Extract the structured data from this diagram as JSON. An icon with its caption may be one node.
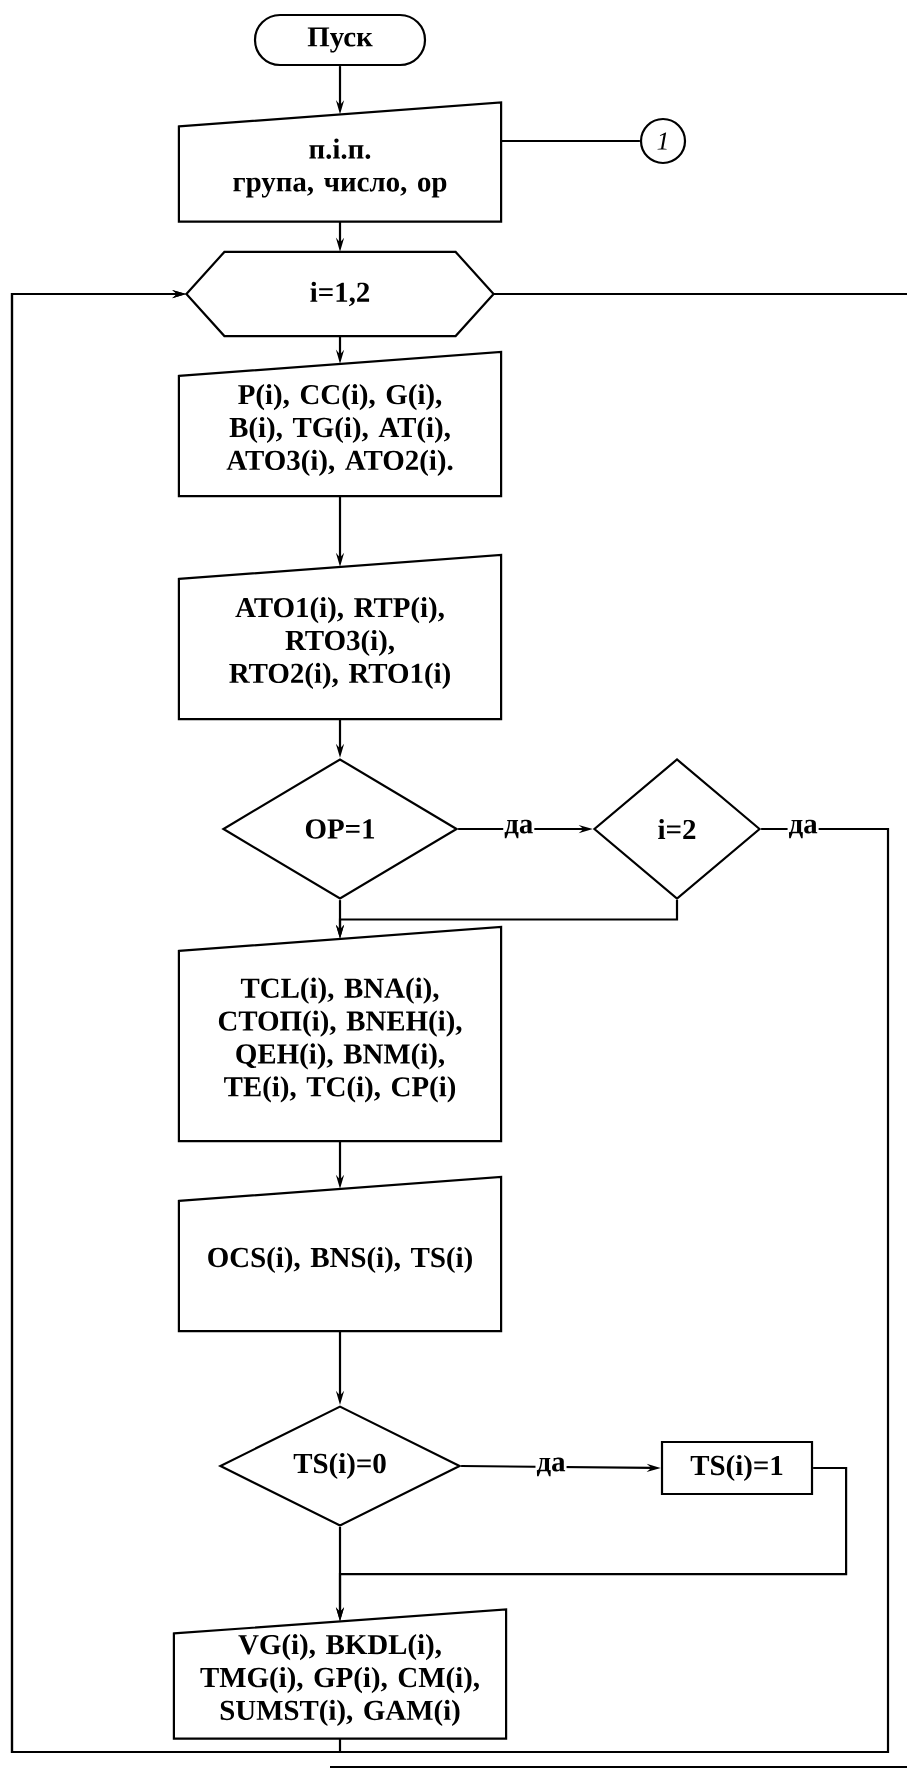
{
  "diagram": {
    "nodes": [
      {
        "text": [
          "Пуск"
        ]
      },
      {
        "text": [
          "п.і.п.",
          "група, число, ор"
        ]
      },
      {
        "text": [
          "1"
        ]
      },
      {
        "text": [
          "i=1,2"
        ]
      },
      {
        "text": [
          "P(i), CC(i), G(i), B(i), TG(i), AT(i), ATO3(i), ATO2(i)."
        ]
      },
      {
        "text": [
          "ATO1(i), RTP(i), RTO3(i), RTO2(i), RTO1(i)"
        ]
      },
      {
        "text": [
          "OP=1"
        ]
      },
      {
        "text": [
          "i=2"
        ]
      },
      {
        "text": [
          "TCL(i), BNA(i), CTOП(i), BNEH(i), QEH(i), BNM(i), TE(i), TC(i), CP(i)"
        ]
      },
      {
        "text": [
          "OCS(i), BNS(i), TS(i)"
        ]
      },
      {
        "text": [
          "TS(i)=0"
        ]
      },
      {
        "text": [
          "TS(i)=1"
        ]
      },
      {
        "text": [
          "VG(i), BKDL(i), TMG(i), GP(i), CM(i), SUMST(i), GAM(i)"
        ]
      }
    ],
    "edges": [
      {
        "from": 0,
        "to": 1,
        "arrow": "to"
      },
      {
        "from": 1,
        "to": 2,
        "arrow": "none"
      },
      {
        "from": 1,
        "to": 3,
        "arrow": "to"
      },
      {
        "from": 3,
        "to": 4,
        "arrow": "to"
      },
      {
        "from": 4,
        "to": 5,
        "arrow": "to"
      },
      {
        "from": 5,
        "to": 6,
        "arrow": "to"
      },
      {
        "from": 6,
        "to": 7,
        "arrow": "to",
        "label": "да"
      },
      {
        "from": 6,
        "to": 8,
        "arrow": "to"
      },
      {
        "from": 7,
        "to": 8,
        "arrow": "to"
      },
      {
        "from": 8,
        "to": 9,
        "arrow": "to"
      },
      {
        "from": 9,
        "to": 10,
        "arrow": "to"
      },
      {
        "from": 10,
        "to": 11,
        "arrow": "to",
        "label": "да"
      },
      {
        "from": 11,
        "to": 12,
        "arrow": "to"
      },
      {
        "from": 10,
        "to": 12,
        "arrow": "to"
      },
      {
        "from": 12,
        "to": 3,
        "arrow": "to"
      },
      {
        "from": 7,
        "to": 3,
        "arrow": "to",
        "label": "да"
      },
      {
        "from": 3,
        "to": null,
        "arrow": "none"
      }
    ]
  }
}
